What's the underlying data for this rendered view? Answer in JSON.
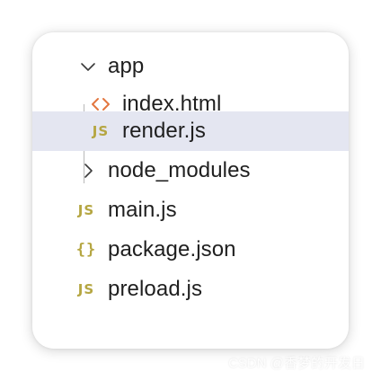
{
  "tree": {
    "items": [
      {
        "label": "app",
        "icon": "chevron-down-icon",
        "kind": "folder",
        "expanded": true
      },
      {
        "label": "index.html",
        "icon": "html-file-icon",
        "kind": "file"
      },
      {
        "label": "render.js",
        "icon": "js-file-icon",
        "kind": "file",
        "selected": true,
        "icon_text": "JS"
      },
      {
        "label": "node_modules",
        "icon": "chevron-right-icon",
        "kind": "folder",
        "expanded": false
      },
      {
        "label": "main.js",
        "icon": "js-file-icon",
        "kind": "file",
        "icon_text": "JS"
      },
      {
        "label": "package.json",
        "icon": "json-file-icon",
        "kind": "file",
        "icon_text": "{}"
      },
      {
        "label": "preload.js",
        "icon": "js-file-icon",
        "kind": "file",
        "icon_text": "JS"
      }
    ]
  },
  "colors": {
    "selected_row": "#e4e6f1",
    "js_icon": "#b5a642",
    "html_icon": "#e3763f",
    "text": "#1f1f1f"
  },
  "watermark": "CSDN @香梦的开发日"
}
